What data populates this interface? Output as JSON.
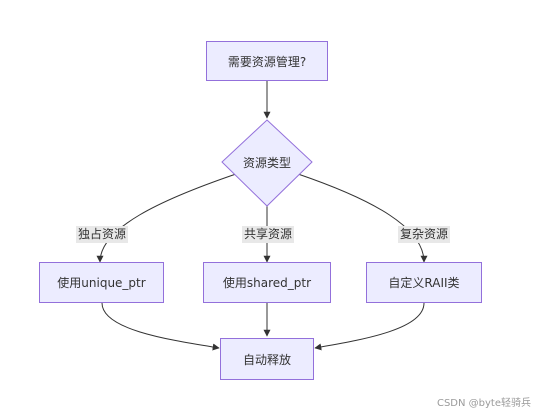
{
  "nodes": {
    "start": "需要资源管理?",
    "decision": "资源类型",
    "unique": "使用unique_ptr",
    "shared": "使用shared_ptr",
    "raii": "自定义RAII类",
    "release": "自动释放"
  },
  "edge_labels": {
    "exclusive": "独占资源",
    "shared": "共享资源",
    "complex": "复杂资源"
  },
  "watermark": "CSDN @byte轻骑兵",
  "colors": {
    "node_fill": "#ECECFF",
    "node_border": "#9370DB",
    "edge": "#333333",
    "label_bg": "#e8e8e8"
  }
}
